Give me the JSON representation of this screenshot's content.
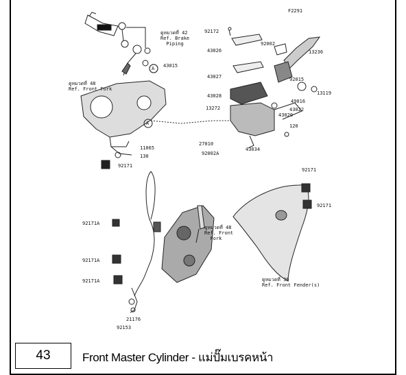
{
  "diagram": {
    "code": "F2291",
    "labels": {
      "ref_brake_piping": "ดูหมวดที่ 42\nRef. Brake\n  Piping",
      "ref_front_fork_upper": "ดูหมวดที่ 48\nRef. Front Fork",
      "ref_front_fork_lower": "ดูหมวดที่ 48\nRef. Front\n  Fork",
      "ref_front_fender": "ดูหมวดที่ 36\nRef. Front Fender(s)",
      "p92172": "92172",
      "p43026": "43026",
      "p92002": "92002",
      "p13236": "13236",
      "p43015": "43015",
      "p43027": "43027",
      "p43028": "43028",
      "p92015": "92015",
      "p13119": "13119",
      "p49016": "49016",
      "p13272": "13272",
      "p43022": "43022",
      "p43020": "43020",
      "p120": "120",
      "p27010": "27010",
      "p92002a": "92002A",
      "p43034": "43034",
      "p11065": "11065",
      "p130": "130",
      "p92171_left": "92171",
      "p92171_right_top": "92171",
      "p92171_right": "92171",
      "p92171a_1": "92171A",
      "p92171a_2": "92171A",
      "p92171a_3": "92171A",
      "p21176": "21176",
      "p92153": "92153"
    }
  },
  "caption": {
    "number": "43",
    "title": "Front Master Cylinder - แม่ปั๊มเบรคหน้า"
  }
}
